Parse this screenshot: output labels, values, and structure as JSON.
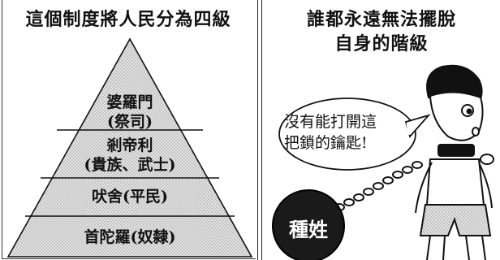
{
  "left_panel": {
    "title": "這個制度將人民分為四級",
    "tiers": [
      {
        "line1": "婆羅門",
        "line2": "(祭司)"
      },
      {
        "line1": "剎帝利",
        "line2": "(貴族、武士)"
      },
      {
        "line1": "吠舍(平民)"
      },
      {
        "line1": "首陀羅(奴隸)"
      }
    ]
  },
  "right_panel": {
    "title_line1": "誰都永遠無法擺脫",
    "title_line2": "自身的階級",
    "speech_line1": "沒有能打開這",
    "speech_line2": "把鎖的鑰匙!",
    "ball_label": "種姓"
  },
  "colors": {
    "ink": "#111111",
    "pyramid_fill": "#d9d9d9",
    "ball": "#1a1a1a"
  }
}
